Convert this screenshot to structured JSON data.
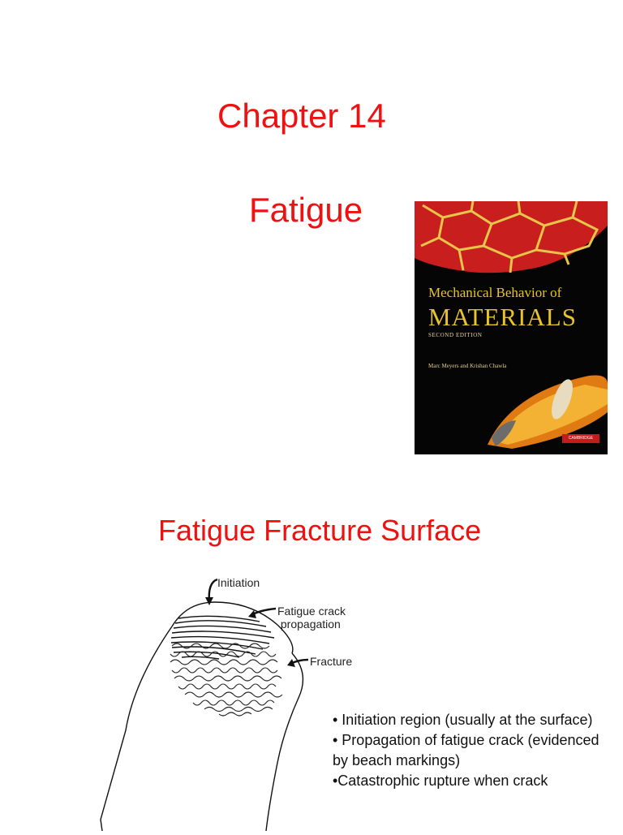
{
  "slide1": {
    "chapter": "Chapter 14",
    "topic": "Fatigue"
  },
  "book_cover": {
    "title_line1": "Mechanical Behavior of",
    "title_line2": "MATERIALS",
    "edition": "SECOND EDITION",
    "authors": "Marc Meyers and Krishan Chawla",
    "publisher": "CAMBRIDGE"
  },
  "slide2": {
    "heading": "Fatigue Fracture  Surface",
    "diagram_labels": {
      "initiation": "Initiation",
      "propagation": "Fatigue crack\n propagation",
      "fracture": "Fracture"
    },
    "bullets": [
      "• Initiation region (usually at the surface)",
      "• Propagation of fatigue crack (evidenced by beach markings)",
      "•Catastrophic rupture when crack"
    ]
  },
  "colors": {
    "heading": "#ee1111",
    "book_background": "#050505",
    "book_title": "#e8c32c"
  }
}
